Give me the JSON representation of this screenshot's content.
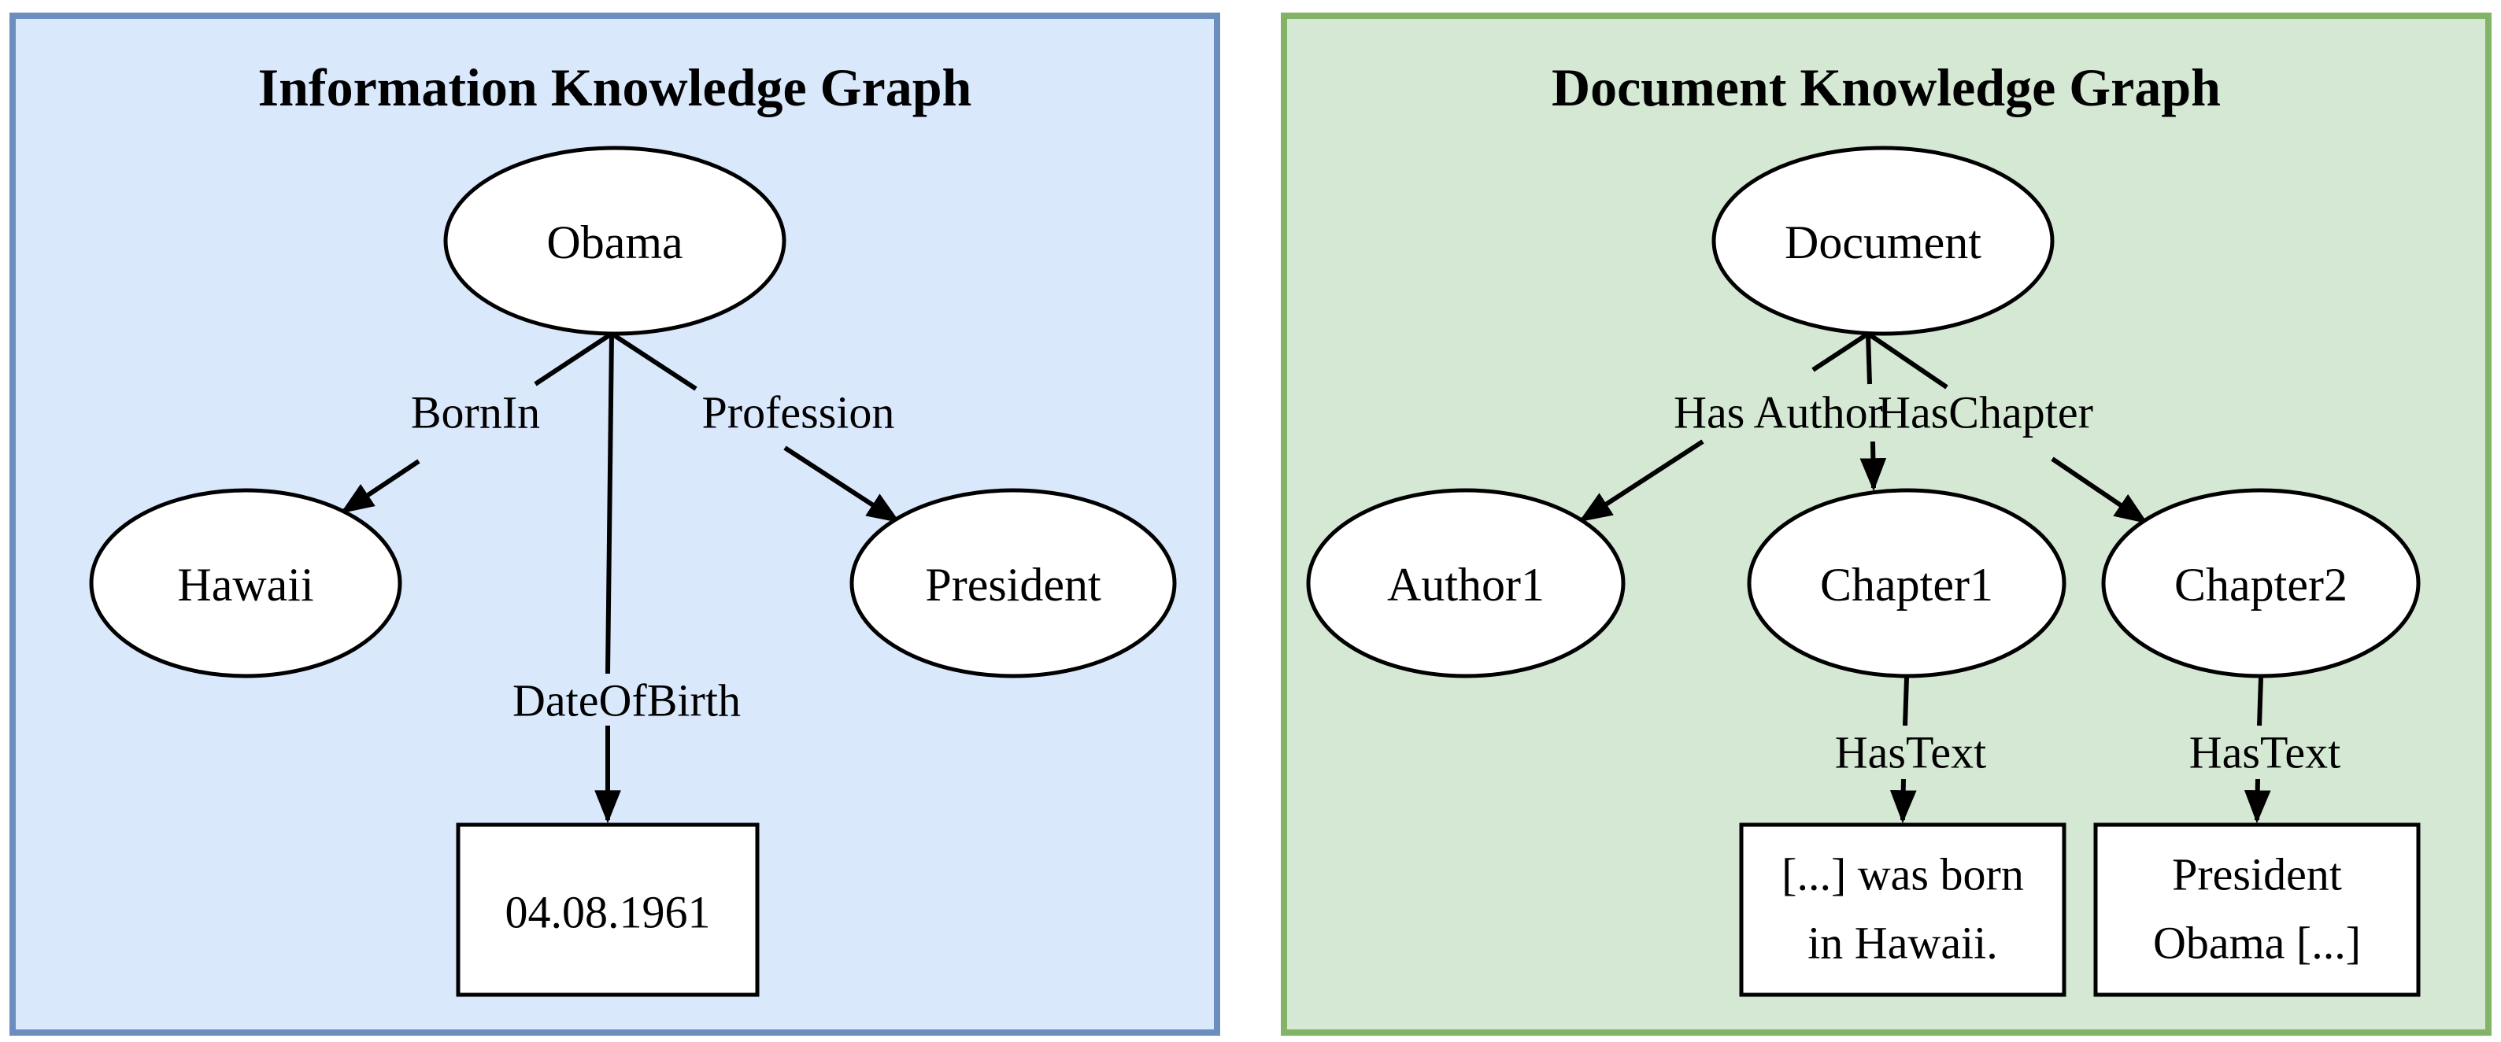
{
  "left": {
    "title": "Information Knowledge Graph",
    "bg": "#dae8fc",
    "border": "#6c8ebf",
    "nodes": {
      "obama": "Obama",
      "hawaii": "Hawaii",
      "president": "President",
      "dob": "04.08.1961"
    },
    "edges": {
      "born_in": "BornIn",
      "profession": "Profession",
      "date_of_birth": "DateOfBirth"
    }
  },
  "right": {
    "title": "Document Knowledge Graph",
    "bg": "#d5e8d4",
    "border": "#82b366",
    "nodes": {
      "document": "Document",
      "author1": "Author1",
      "chapter1": "Chapter1",
      "chapter2": "Chapter2",
      "text1": {
        "line1": "[...] was born",
        "line2": "in Hawaii."
      },
      "text2": {
        "line1": "President",
        "line2": "Obama [...]"
      }
    },
    "edges": {
      "has_author": "Has Author",
      "has_chapter": "HasChapter",
      "has_text1": "HasText",
      "has_text2": "HasText"
    }
  }
}
